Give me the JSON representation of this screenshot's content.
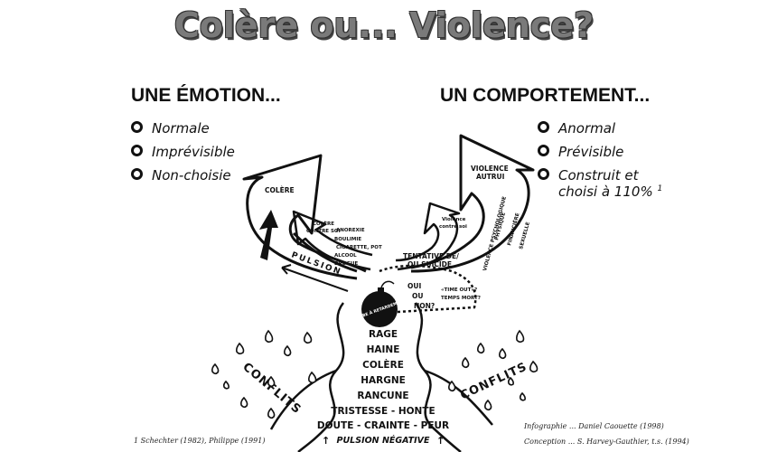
{
  "title": "Colère ou... Violence?",
  "left": {
    "heading": "UNE ÉMOTION...",
    "items": [
      "Normale",
      "Imprévisible",
      "Non-choisie"
    ]
  },
  "right": {
    "heading": "UN COMPORTEMENT...",
    "items": [
      "Anormal",
      "Prévisible"
    ],
    "item3_line1": "Construit et",
    "item3_line2": "choisi à 110%",
    "item3_sup": "1"
  },
  "diagram": {
    "colere": "COLÈRE",
    "colere_contre_soi_1": "COLÈRE",
    "colere_contre_soi_2": "CONTRE SOI",
    "self_harm": [
      "ANOREXIE",
      "BOULIMIE",
      "CIGARETTE, POT",
      "ALCOOL",
      "DROGUE"
    ],
    "pulsion": "PULSION",
    "violence_autrui_1": "VIOLENCE",
    "violence_autrui_2": "AUTRUI",
    "violence_contre_soi_1": "Violence",
    "violence_contre_soi_2": "contre soi",
    "violence_types": [
      "VIOLENCE PSYCHOLOGIQUE",
      "PHYSIQUE",
      "FINANCIÈRE",
      "SEXUELLE"
    ],
    "tentative_1": "TENTATIVE DE/",
    "tentative_2": "OU SUICIDE",
    "time_out_1": "«TIME OUT»?",
    "time_out_2": "TEMPS MORT?",
    "oui": "OUI",
    "ou": "OU",
    "non": "NON?",
    "bomb": "BOMBE À RETARDEMENT",
    "emotions": [
      "RAGE",
      "HAINE",
      "COLÈRE",
      "HARGNE",
      "RANCUNE",
      "TRISTESSE - HONTE",
      "DOUTE - CRAINTE - PEUR"
    ],
    "pulsion_negative": "PULSION NÉGATIVE",
    "conflits": "CONFLITS"
  },
  "footer": {
    "reference": "1  Schechter (1982), Philippe (1991)",
    "infographie": "Infographie ... Daniel Caouette (1998)",
    "conception": "Conception ... S. Harvey-Gauthier, t.s. (1994)"
  }
}
